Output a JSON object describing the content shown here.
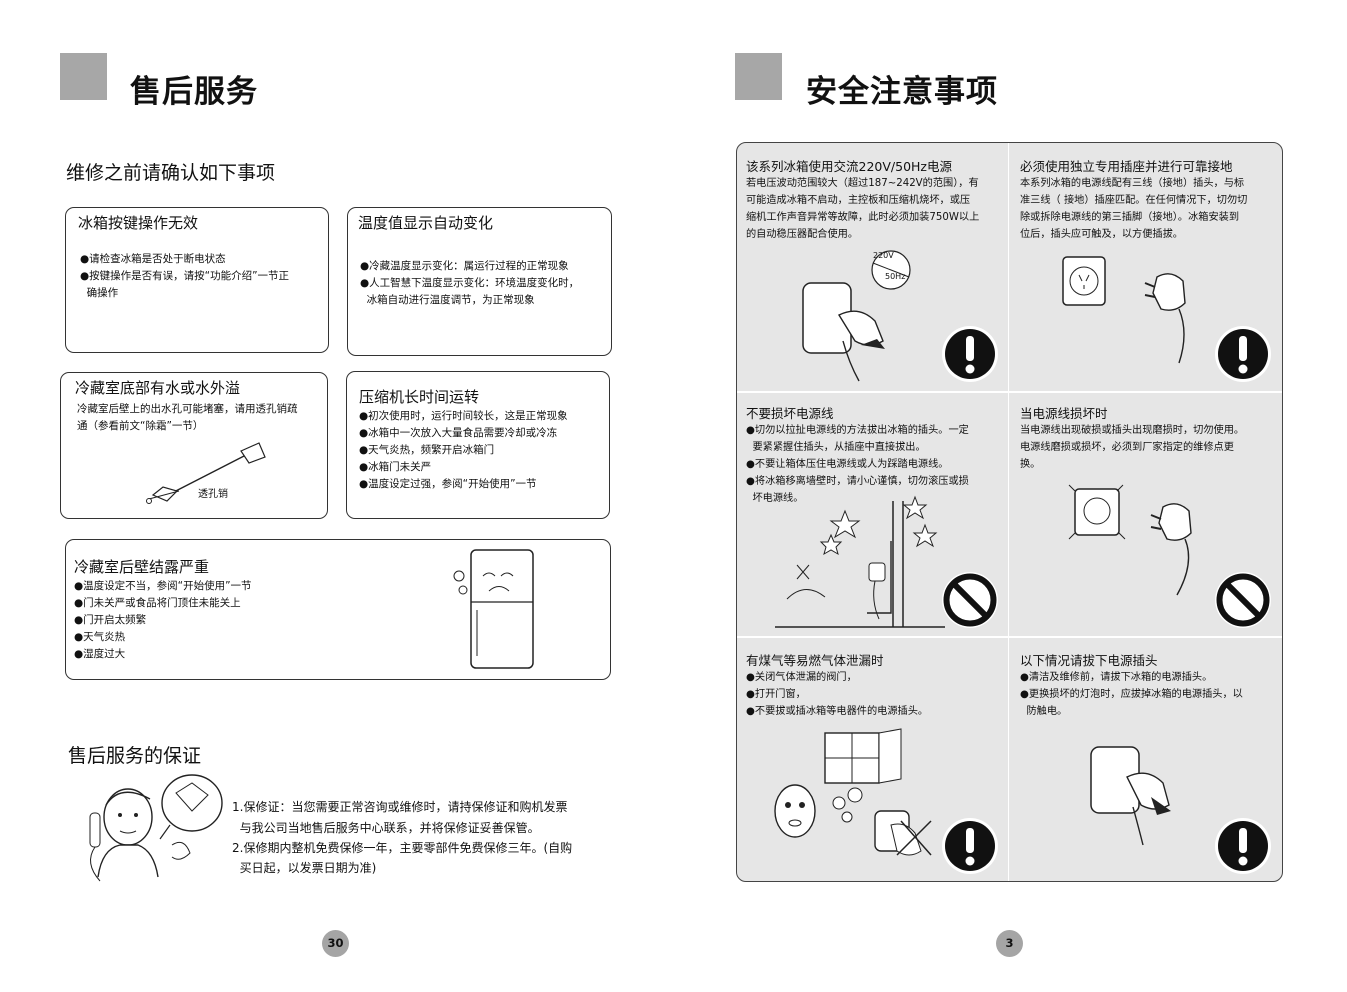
{
  "left": {
    "title": "售后服务",
    "check_heading": "维修之前请确认如下事项",
    "box1": {
      "title": "冰箱按键操作无效",
      "lines": [
        "●请检查冰箱是否处于断电状态",
        "●按键操作是否有误，请按“功能介绍”一节正",
        "  确操作"
      ]
    },
    "box2": {
      "title": "温度值显示自动变化",
      "lines": [
        "●冷藏温度显示变化：属运行过程的正常现象",
        "●人工智慧下温度显示变化：环境温度变化时，",
        "  冰箱自动进行温度调节，为正常现象"
      ]
    },
    "box3": {
      "title": "冷藏室底部有水或水外溢",
      "lines": [
        "冷藏室后壁上的出水孔可能堵塞，请用透孔销疏",
        "通（参看前文“除霜”一节）"
      ],
      "tool_label": "透孔销"
    },
    "box4": {
      "title": "压缩机长时间运转",
      "lines": [
        "●初次使用时，运行时间较长，这是正常现象",
        "●冰箱中一次放入大量食品需要冷却或冷冻",
        "●天气炎热，频繁开启冰箱门",
        "●冰箱门未关严",
        "●温度设定过强，参阅“开始使用”一节"
      ]
    },
    "box5": {
      "title": "冷藏室后壁结露严重",
      "lines": [
        "●温度设定不当，参阅“开始使用”一节",
        "●门未关严或食品将门顶住未能关上",
        "●门开启太频繁",
        "●天气炎热",
        "●湿度过大"
      ]
    },
    "warranty_heading": "售后服务的保证",
    "warranty_lines": [
      "1.保修证：当您需要正常咨询或维修时，请持保修证和购机发票",
      "  与我公司当地售后服务中心联系，并将保修证妥善保管。",
      "2.保修期内整机免费保修一年，主要零部件免费保修三年。(自购",
      "  买日起，以发票日期为准)"
    ],
    "page_number": "30"
  },
  "right": {
    "title": "安全注意事项",
    "cells": [
      {
        "title": "该系列冰箱使用交流220V/50Hz电源",
        "lines": [
          "若电压波动范围较大（超过187~242V的范围），有",
          "可能造成冰箱不启动，主控板和压缩机烧坏，或压",
          "缩机工作声音异常等故障，此时必须加装750W以上",
          "的自动稳压器配合使用。"
        ],
        "sign": "exclamation-icon",
        "badge_top": "220V",
        "badge_bottom": "50Hz"
      },
      {
        "title": "必须使用独立专用插座并进行可靠接地",
        "lines": [
          "本系列冰箱的电源线配有三线（接地）插头，与标",
          "准三线（ 接地）插座匹配。在任何情况下，切勿切",
          "除或拆除电源线的第三插脚（接地）。冰箱安装到",
          "位后，插头应可触及，以方便插拔。"
        ],
        "sign": "exclamation-icon"
      },
      {
        "title": "不要损坏电源线",
        "lines": [
          "●切勿以拉扯电源线的方法拔出冰箱的插头。一定",
          "  要紧紧握住插头，从插座中直接拔出。",
          "●不要让箱体压住电源线或人为踩踏电源线。",
          "●将冰箱移离墙壁时，请小心谨慎，切勿滚压或损",
          "  坏电源线。"
        ],
        "sign": "prohibited-icon"
      },
      {
        "title": "当电源线损坏时",
        "lines": [
          "当电源线出现破损或插头出现磨损时，切勿使用。",
          "电源线磨损或损坏，必须到厂家指定的维修点更",
          "换。"
        ],
        "sign": "prohibited-icon"
      },
      {
        "title": "有煤气等易燃气体泄漏时",
        "lines": [
          "●关闭气体泄漏的阀门，",
          "●打开门窗，",
          "●不要拔或插冰箱等电器件的电源插头。"
        ],
        "sign": "exclamation-icon"
      },
      {
        "title": "以下情况请拔下电源插头",
        "lines": [
          "●清洁及维修前，请拔下冰箱的电源插头。",
          "●更换损坏的灯泡时，应拔掉冰箱的电源插头，以",
          "  防触电。"
        ],
        "sign": "exclamation-icon"
      }
    ],
    "page_number": "3"
  }
}
